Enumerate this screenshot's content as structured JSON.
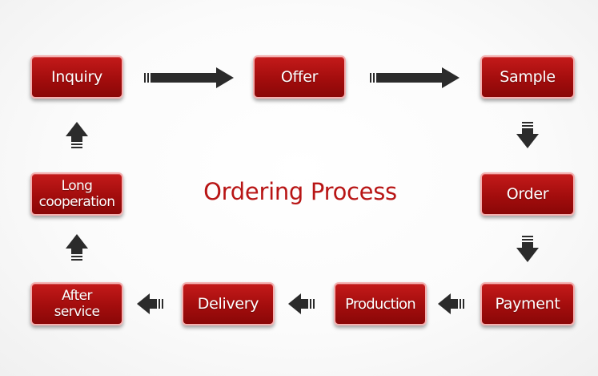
{
  "title": "Ordering Process",
  "steps": {
    "inquiry": "Inquiry",
    "offer": "Offer",
    "sample": "Sample",
    "order": "Order",
    "payment": "Payment",
    "production": "Production",
    "delivery": "Delivery",
    "after_service": [
      "After",
      "service"
    ],
    "long_cooperation": [
      "Long",
      "cooperation"
    ]
  },
  "colors": {
    "box_fill": "#a30d0d",
    "box_border": "#f4b0b0",
    "title": "#b81515",
    "arrow": "#2b2b2b"
  },
  "icons": {
    "right": "arrow-right-icon",
    "down": "arrow-down-icon",
    "left": "arrow-left-icon",
    "up": "arrow-up-icon"
  }
}
